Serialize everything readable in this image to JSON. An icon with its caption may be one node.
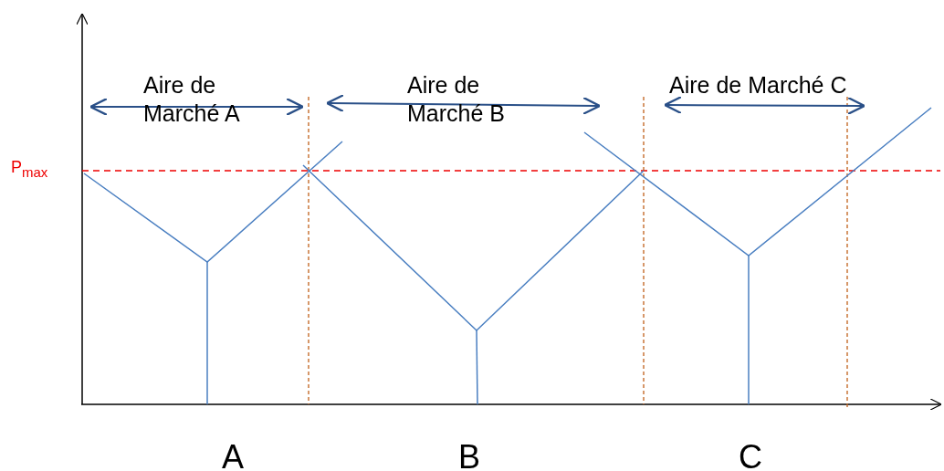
{
  "diagram": {
    "labels": [
      "Aire de Marché A",
      "Aire de Marché B",
      "Aire de Marché C",
      "P$_{max}$",
      "A",
      "B",
      "C"
    ]
  }
}
